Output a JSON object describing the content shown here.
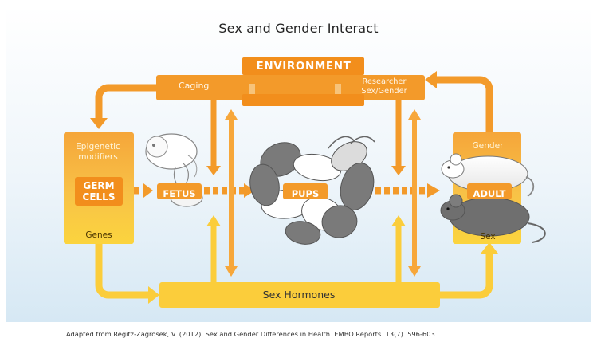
{
  "title": "Sex and Gender Interact",
  "environment": {
    "label": "ENVIRONMENT",
    "caging": "Caging",
    "researcher": "Researcher Sex/Gender"
  },
  "left_box": {
    "epigenetic": "Epigenetic modifiers",
    "germ_cells": "GERM CELLS",
    "genes": "Genes"
  },
  "stages": {
    "fetus": "FETUS",
    "pups": "PUPS",
    "adult": "ADULT"
  },
  "right_box": {
    "gender": "Gender",
    "sex": "Sex"
  },
  "hormones": "Sex Hormones",
  "caption": "Adapted from Regitz-Zagrosek, V. (2012). Sex and Gender Differences in Health. EMBO Reports. 13(7). 596-603.",
  "colors": {
    "orange": "#f39a2a",
    "light_orange": "#f7b34a",
    "yellow": "#fbcd3b",
    "label_orange": "#f28e1c"
  }
}
